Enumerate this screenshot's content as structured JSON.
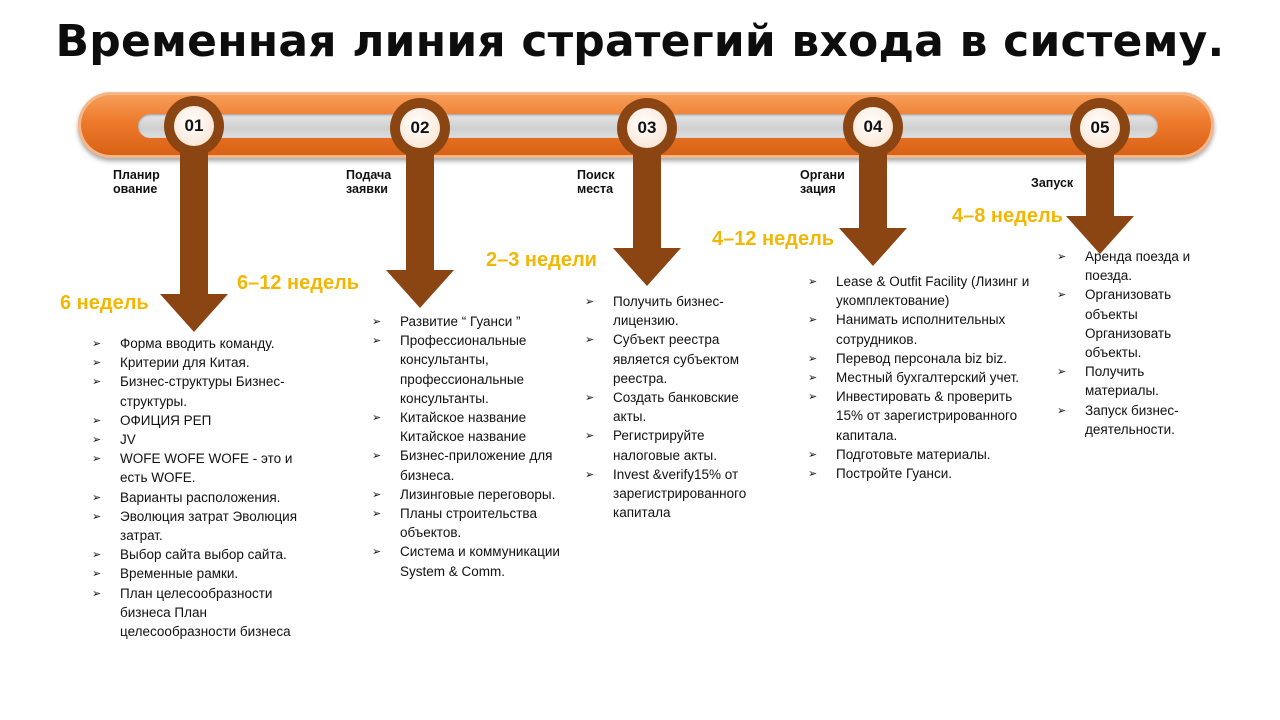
{
  "title": "Временная линия стратегий входа в систему.",
  "colors": {
    "bar": "#ee7a2c",
    "arrow": "#8b4513",
    "duration": "#f2b705"
  },
  "stages": [
    {
      "number": "01",
      "phase": "Планир ование",
      "duration": "6 недель",
      "tasks": [
        "Форма вводить команду.",
        "Критерии для Китая.",
        "Бизнес-структуры Бизнес-структуры.",
        "ОФИЦИЯ РЕП",
        "JV",
        "WOFE WOFE WOFE - это и есть WOFE.",
        "Варианты расположения.",
        "Эволюция затрат Эволюция затрат.",
        "Выбор сайта выбор сайта.",
        "Временные рамки.",
        "План целесообразности бизнеса План целесообразности бизнеса"
      ]
    },
    {
      "number": "02",
      "phase": "Подача заявки",
      "duration": "6–12 недель",
      "tasks": [
        "Развитие “ Гуанси ”",
        "Профессиональные консультанты, профессиональные консультанты.",
        "Китайское название Китайское название",
        "Бизнес-приложение для бизнеса.",
        "Лизинговые переговоры.",
        "Планы строительства объектов.",
        "Система и коммуникации System & Comm."
      ]
    },
    {
      "number": "03",
      "phase": "Поиск места",
      "duration": "2–3 недели",
      "tasks": [
        "Получить бизнес-лицензию.",
        "Субъект реестра является субъектом реестра.",
        "Создать банковские акты.",
        "Регистрируйте налоговые акты.",
        "Invest &verify15% от зарегистрированного капитала"
      ]
    },
    {
      "number": "04",
      "phase": "Органи зация",
      "duration": "4–12 недель",
      "tasks": [
        "Lease & Outfit Facility (Лизинг и укомплектование)",
        "Нанимать исполнительных сотрудников.",
        "Перевод персонала biz biz.",
        "Местный бухгалтерский учет.",
        "Инвестировать & проверить 15% от зарегистрированного капитала.",
        "Подготовьте материалы.",
        "Постройте Гуанси."
      ]
    },
    {
      "number": "05",
      "phase": "Запуск",
      "duration": "4–8 недель",
      "tasks": [
        "Аренда поезда и поезда.",
        "Организовать объекты Организовать объекты.",
        "Получить материалы.",
        "Запуск бизнес-деятельности."
      ]
    }
  ]
}
